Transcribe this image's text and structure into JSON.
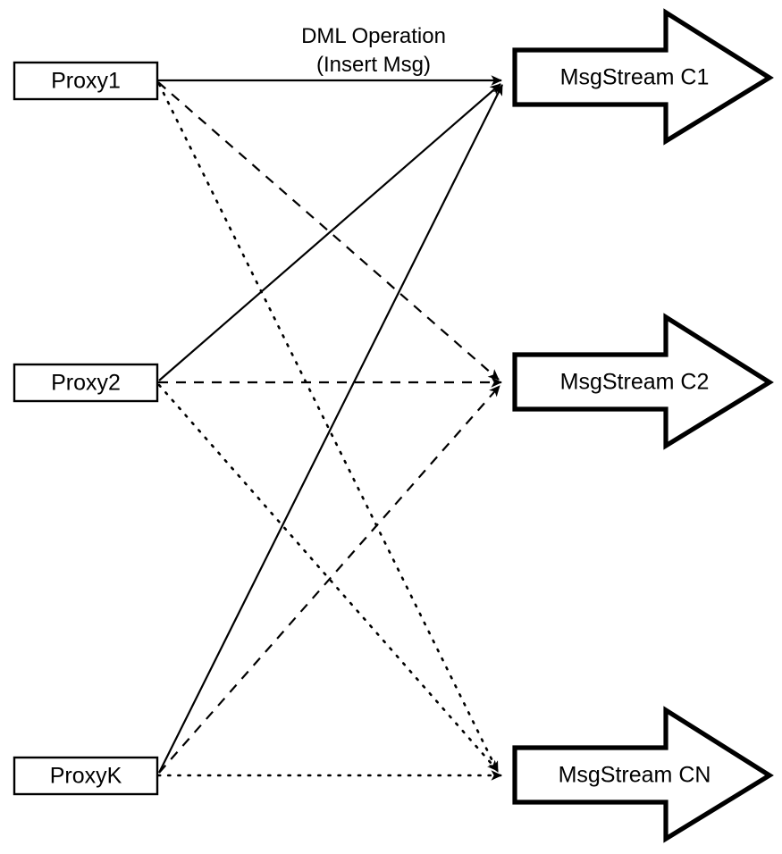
{
  "diagram": {
    "title": "Proxy to MsgStream routing diagram",
    "background_color": "#ffffff",
    "stroke_color": "#000000",
    "edge_caption": {
      "line1": "DML Operation",
      "line2": "(Insert Msg)"
    },
    "sources": [
      {
        "id": "proxy1",
        "label": "Proxy1"
      },
      {
        "id": "proxy2",
        "label": "Proxy2"
      },
      {
        "id": "proxyk",
        "label": "ProxyK"
      }
    ],
    "targets": [
      {
        "id": "c1",
        "label": "MsgStream C1"
      },
      {
        "id": "c2",
        "label": "MsgStream C2"
      },
      {
        "id": "cn",
        "label": "MsgStream CN"
      }
    ],
    "edges": [
      {
        "id": "proxy1-c1",
        "from": "Proxy1",
        "to": "MsgStream C1",
        "style": "solid"
      },
      {
        "id": "proxy1-c2",
        "from": "Proxy1",
        "to": "MsgStream C2",
        "style": "dashed"
      },
      {
        "id": "proxy1-cn",
        "from": "Proxy1",
        "to": "MsgStream CN",
        "style": "dotted"
      },
      {
        "id": "proxy2-c1",
        "from": "Proxy2",
        "to": "MsgStream C1",
        "style": "solid"
      },
      {
        "id": "proxy2-c2",
        "from": "Proxy2",
        "to": "MsgStream C2",
        "style": "dashed"
      },
      {
        "id": "proxy2-cn",
        "from": "Proxy2",
        "to": "MsgStream CN",
        "style": "dotted"
      },
      {
        "id": "proxyk-c1",
        "from": "ProxyK",
        "to": "MsgStream C1",
        "style": "solid"
      },
      {
        "id": "proxyk-c2",
        "from": "ProxyK",
        "to": "MsgStream C2",
        "style": "dashed"
      },
      {
        "id": "proxyk-cn",
        "from": "ProxyK",
        "to": "MsgStream CN",
        "style": "dotted"
      }
    ]
  }
}
